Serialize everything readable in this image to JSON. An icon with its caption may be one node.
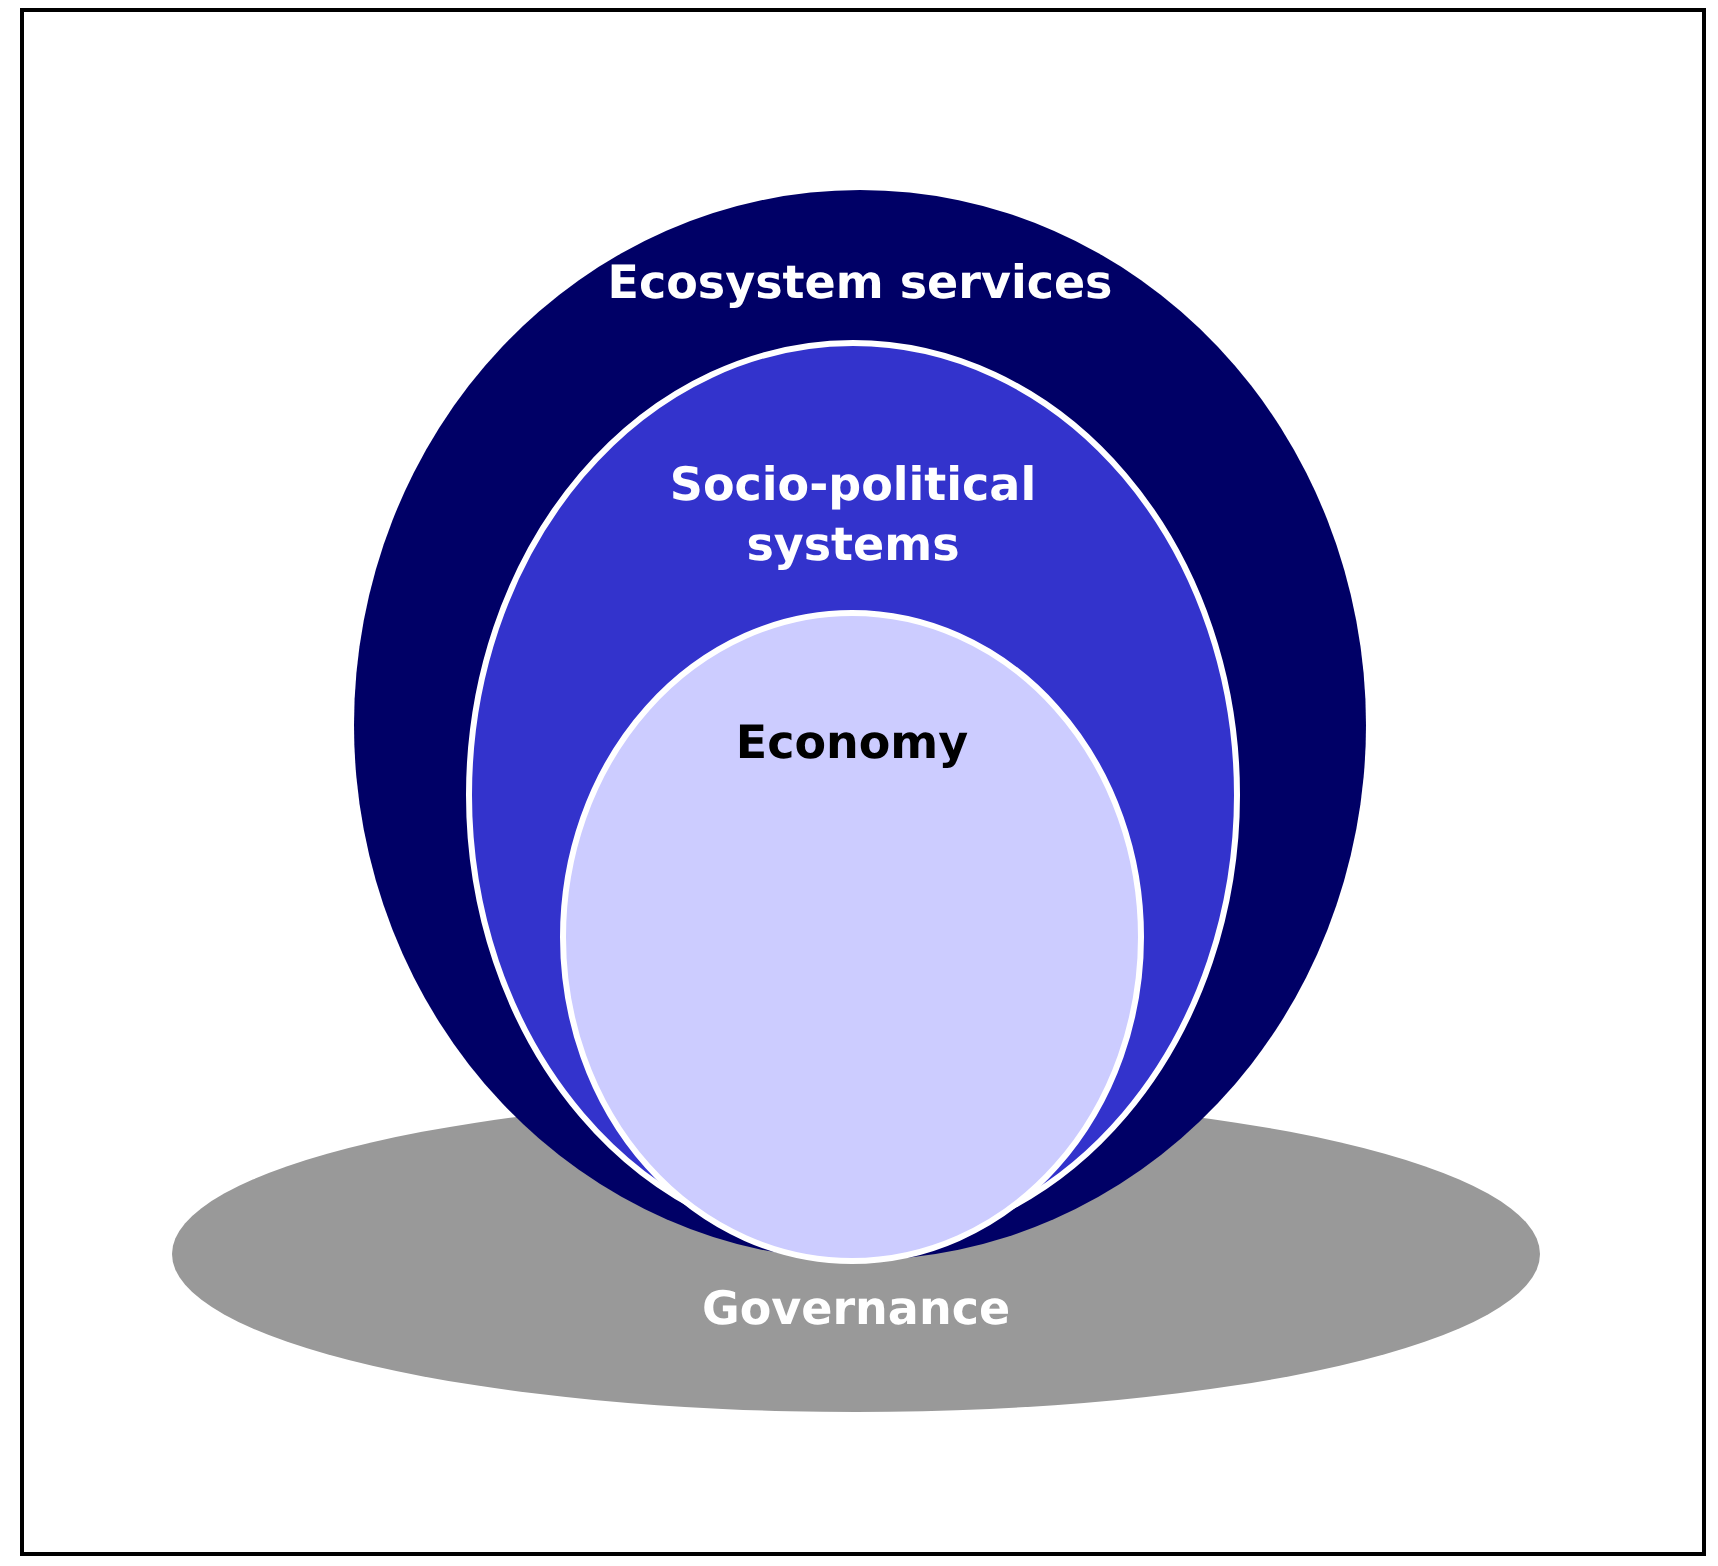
{
  "diagram": {
    "nodes": [
      {
        "text": [
          "Ecosystem services"
        ]
      },
      {
        "text": [
          "Socio-political systems"
        ],
        "in": 0
      },
      {
        "text": [
          "Economy"
        ],
        "in": 1
      },
      {
        "text": [
          "Governance"
        ]
      }
    ],
    "edges": []
  }
}
